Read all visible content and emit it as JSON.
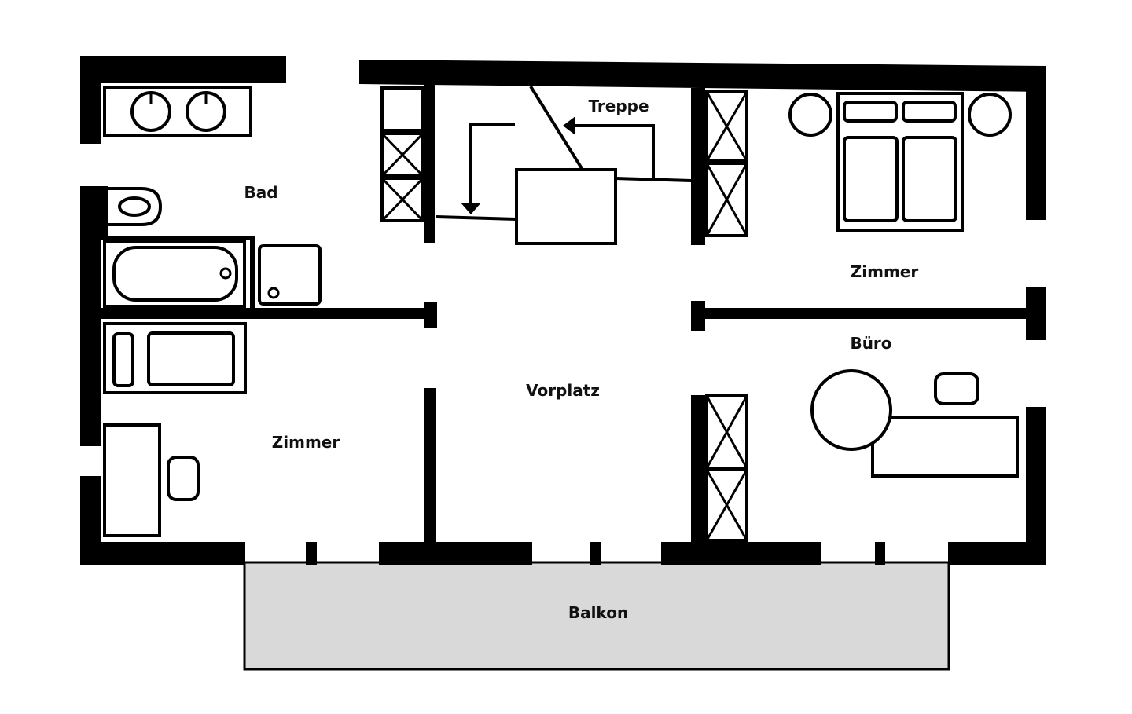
{
  "rooms": {
    "bad": "Bad",
    "treppe": "Treppe",
    "zimmer_schlaf": "Zimmer",
    "buero": "Büro",
    "vorplatz": "Vorplatz",
    "zimmer_links": "Zimmer",
    "balkon": "Balkon"
  },
  "colors": {
    "wall": "#000000",
    "balcony_fill": "#d9d9d9",
    "background": "#ffffff"
  }
}
